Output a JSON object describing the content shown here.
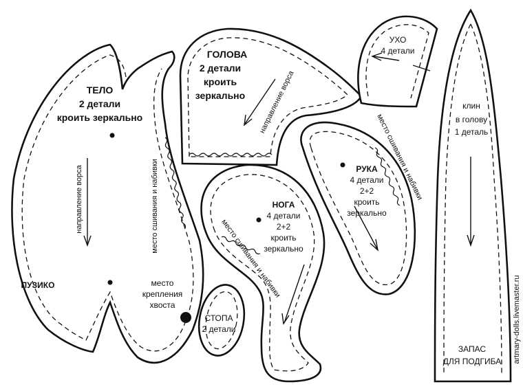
{
  "body": {
    "title": "ТЕЛО",
    "line1": "2 детали",
    "line2": "кроить зеркально",
    "nap": "направление ворса",
    "seam": "место сшивания и набивки",
    "belly": "ПУЗИКО",
    "tail1": "место",
    "tail2": "крепления",
    "tail3": "хвоста"
  },
  "head": {
    "title": "ГОЛОВА",
    "line1": "2 детали",
    "line2": "кроить",
    "line3": "зеркально",
    "nap": "направление ворса"
  },
  "ear": {
    "title": "УХО",
    "line1": "4 детали"
  },
  "wedge": {
    "line1": "клин",
    "line2": "в голову",
    "line3": "1 деталь",
    "allow1": "ЗАПАС",
    "allow2": "ДЛЯ ПОДГИБА"
  },
  "arm": {
    "title": "РУКА",
    "line1": "4 детали",
    "line2": "2+2",
    "line3": "кроить",
    "line4": "зеркально",
    "seam": "место сшивания и набивки"
  },
  "leg": {
    "title": "НОГА",
    "line1": "4 детали",
    "line2": "2+2",
    "line3": "кроить",
    "line4": "зеркально",
    "seam": "место сшивания и набивки"
  },
  "foot": {
    "title": "СТОПА",
    "line1": "2 детали"
  },
  "watermark": "artmary-dolls.livemaster.ru"
}
